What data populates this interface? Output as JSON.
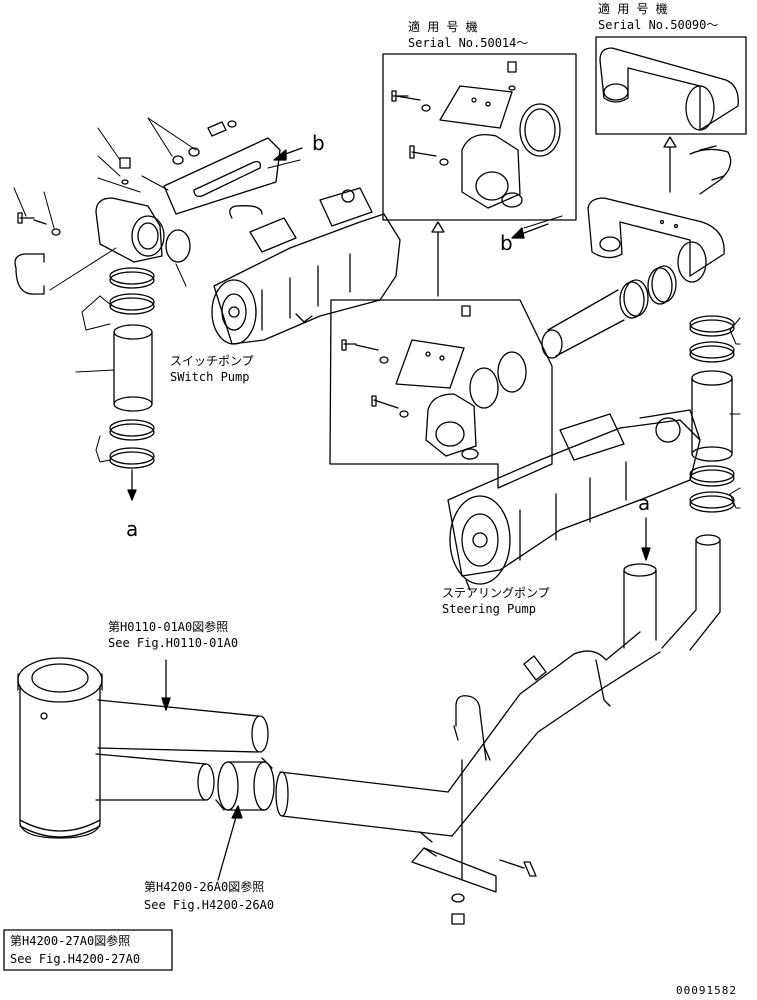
{
  "inset_top_left": {
    "title_jp": "適 用 号 機",
    "serial": "Serial No.50014～"
  },
  "inset_top_right": {
    "title_jp": "適 用 号 機",
    "serial": "Serial No.50090～"
  },
  "switch_pump": {
    "label_jp": "スイッチポンプ",
    "label_en": "SWitch Pump"
  },
  "steering_pump": {
    "label_jp": "ステアリングポンプ",
    "label_en": "Steering Pump"
  },
  "ref_h0110": {
    "label_jp": "第H0110-01A0図参照",
    "label_en": "See Fig.H0110-01A0"
  },
  "ref_h4200_26": {
    "label_jp": "第H4200-26A0図参照",
    "label_en": "See Fig.H4200-26A0"
  },
  "ref_h4200_27": {
    "label_jp": "第H4200-27A0図参照",
    "label_en": "See Fig.H4200-27A0"
  },
  "callouts": {
    "b_top": "b",
    "b_right": "b",
    "a_left": "a",
    "a_right": "a"
  },
  "drawing_number": "00091582"
}
